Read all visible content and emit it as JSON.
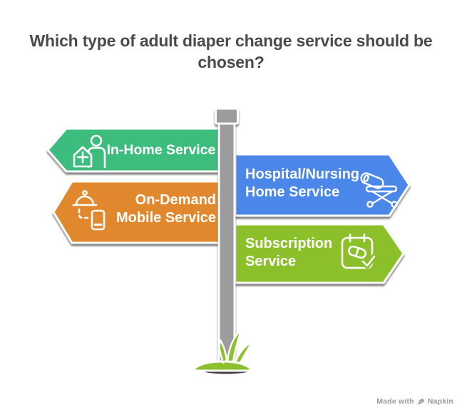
{
  "title_lines": [
    "Which type of adult diaper change service should be",
    "chosen?"
  ],
  "signs": [
    {
      "name": "in-home-service",
      "label_lines": [
        "In-Home Service"
      ],
      "color": "#3dbd7d",
      "direction": "left",
      "icon": "home-care-icon"
    },
    {
      "name": "hospital-nursing-home-service",
      "label_lines": [
        "Hospital/Nursing",
        "Home Service"
      ],
      "color": "#4c87e8",
      "direction": "right",
      "icon": "hospital-bed-icon"
    },
    {
      "name": "on-demand-mobile-service",
      "label_lines": [
        "On-Demand",
        "Mobile Service"
      ],
      "color": "#e1882e",
      "direction": "left",
      "icon": "mobile-delivery-icon"
    },
    {
      "name": "subscription-service",
      "label_lines": [
        "Subscription",
        "Service"
      ],
      "color": "#8cc02c",
      "direction": "right",
      "icon": "calendar-pill-icon"
    }
  ],
  "colors": {
    "background": "#ffffff",
    "title_text": "#4a4a4a",
    "pole": "#9c9c9c",
    "pole_stroke": "#ffffff",
    "grass": "#8cc02c",
    "grass_shadow": "#404040",
    "watermark_text": "#9b9b9b"
  },
  "watermark": {
    "prefix": "Made with",
    "brand": "Napkin"
  }
}
